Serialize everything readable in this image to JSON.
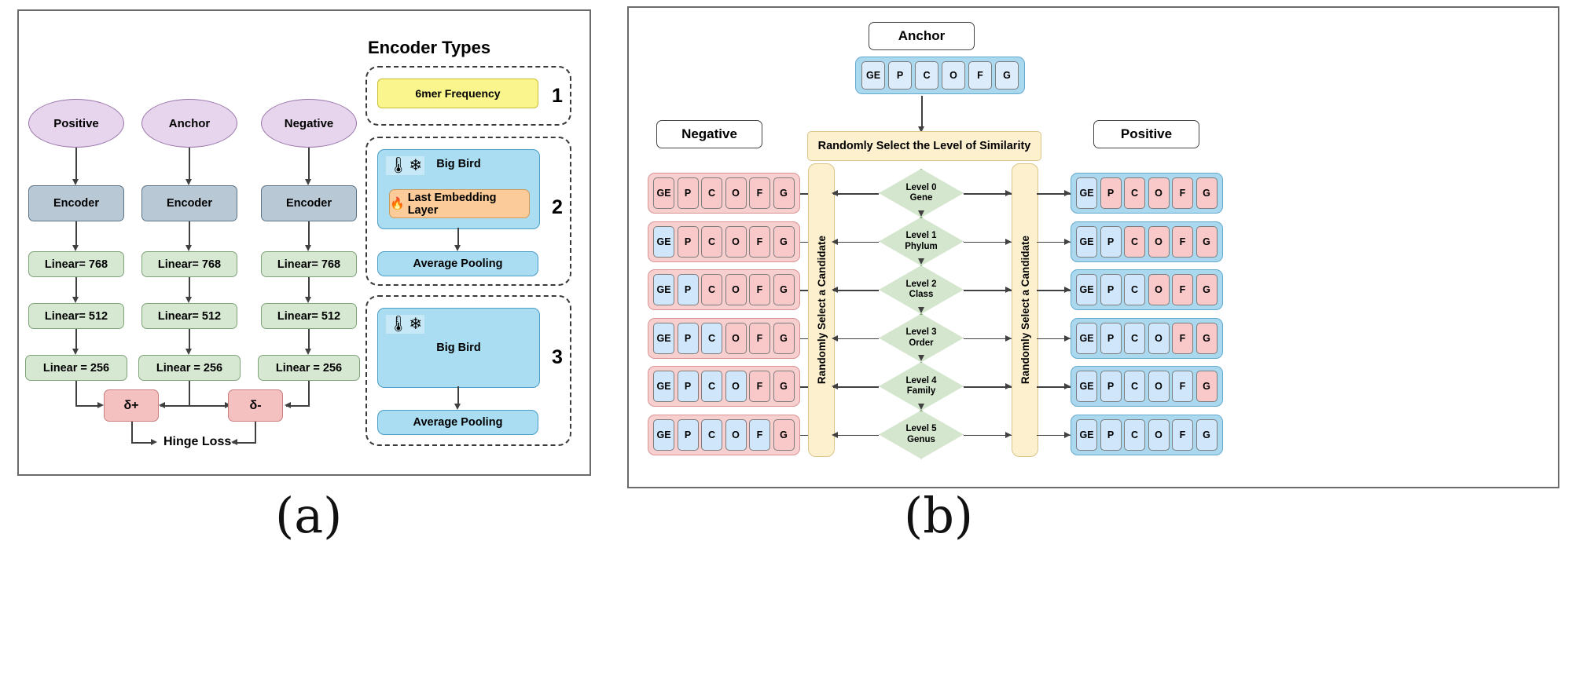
{
  "figure": {
    "label_a": "(a)",
    "label_b": "(b)"
  },
  "panel_a": {
    "encoder_types_title": "Encoder Types",
    "columns": [
      {
        "head": "Positive",
        "encoder": "Encoder",
        "l1": "Linear= 768",
        "l2": "Linear= 512",
        "l3": "Linear = 256"
      },
      {
        "head": "Anchor",
        "encoder": "Encoder",
        "l1": "Linear= 768",
        "l2": "Linear= 512",
        "l3": "Linear = 256"
      },
      {
        "head": "Negative",
        "encoder": "Encoder",
        "l1": "Linear= 768",
        "l2": "Linear= 512",
        "l3": "Linear = 256"
      }
    ],
    "delta_pos": "δ+",
    "delta_neg": "δ-",
    "loss": "Hinge Loss",
    "encoder_types": [
      {
        "num": "1",
        "items": [
          "6mer Frequency"
        ]
      },
      {
        "num": "2",
        "model": "Big Bird",
        "frozen_icon": "thermometer-snowflake-icon",
        "trainable_icon": "fire-icon",
        "trainable_label": "Last Embedding Layer",
        "pooling": "Average Pooling"
      },
      {
        "num": "3",
        "model": "Big Bird",
        "frozen_icon": "thermometer-snowflake-icon",
        "pooling": "Average Pooling"
      }
    ]
  },
  "panel_b": {
    "anchor_label": "Anchor",
    "negative_label": "Negative",
    "positive_label": "Positive",
    "select_level_label": "Randomly Select the Level of Similarity",
    "candidate_label_left": "Randomly Select a Candidate",
    "candidate_label_right": "Randomly Select a Candidate",
    "tokens": [
      "GE",
      "P",
      "C",
      "O",
      "F",
      "G"
    ],
    "levels": [
      {
        "line1": "Level 0",
        "line2": "Gene"
      },
      {
        "line1": "Level 1",
        "line2": "Phylum"
      },
      {
        "line1": "Level 2",
        "line2": "Class"
      },
      {
        "line1": "Level 3",
        "line2": "Order"
      },
      {
        "line1": "Level 4",
        "line2": "Family"
      },
      {
        "line1": "Level 5",
        "line2": "Genus"
      }
    ],
    "negative_rows": [
      {
        "colors": [
          "p",
          "p",
          "p",
          "p",
          "p",
          "p"
        ]
      },
      {
        "colors": [
          "b",
          "p",
          "p",
          "p",
          "p",
          "p"
        ]
      },
      {
        "colors": [
          "b",
          "b",
          "p",
          "p",
          "p",
          "p"
        ]
      },
      {
        "colors": [
          "b",
          "b",
          "b",
          "p",
          "p",
          "p"
        ]
      },
      {
        "colors": [
          "b",
          "b",
          "b",
          "b",
          "p",
          "p"
        ]
      },
      {
        "colors": [
          "b",
          "b",
          "b",
          "b",
          "b",
          "p"
        ]
      }
    ],
    "positive_rows": [
      {
        "colors": [
          "b",
          "p",
          "p",
          "p",
          "p",
          "p"
        ]
      },
      {
        "colors": [
          "b",
          "b",
          "p",
          "p",
          "p",
          "p"
        ]
      },
      {
        "colors": [
          "b",
          "b",
          "b",
          "p",
          "p",
          "p"
        ]
      },
      {
        "colors": [
          "b",
          "b",
          "b",
          "b",
          "p",
          "p"
        ]
      },
      {
        "colors": [
          "b",
          "b",
          "b",
          "b",
          "b",
          "p"
        ]
      },
      {
        "colors": [
          "b",
          "b",
          "b",
          "b",
          "b",
          "b"
        ]
      }
    ]
  },
  "colors": {
    "ellipse": "#e6d5ec",
    "encoder": "#b8c8d4",
    "linear": "#d7e8d2",
    "delta": "#f5c0c0",
    "yellow": "#fbf58d",
    "blue": "#aadcf2",
    "orange": "#fbcb9a",
    "cream": "#fdf0cf",
    "diamond": "#d4e6cd",
    "token_blue": "#cfe6fb",
    "token_pink": "#f9c9c9"
  }
}
